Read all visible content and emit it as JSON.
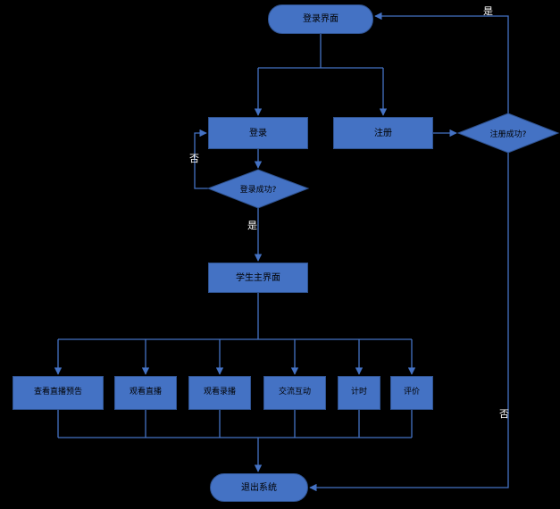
{
  "colors": {
    "background": "#000000",
    "node_fill": "#4472C4",
    "node_border": "#2F528F",
    "edge_line": "#4472C4",
    "node_text": "#000000",
    "edge_label_text": "#FFFFFF"
  },
  "nodes": {
    "login_page": {
      "label": "登录界面",
      "type": "terminator"
    },
    "login": {
      "label": "登录",
      "type": "process"
    },
    "register": {
      "label": "注册",
      "type": "process"
    },
    "register_success": {
      "label": "注册成功?",
      "type": "decision"
    },
    "login_success": {
      "label": "登录成功?",
      "type": "decision"
    },
    "student_main": {
      "label": "学生主界面",
      "type": "process"
    },
    "view_live_preview": {
      "label": "查看直播预告",
      "type": "process"
    },
    "watch_live": {
      "label": "观看直播",
      "type": "process"
    },
    "watch_replay": {
      "label": "观看录播",
      "type": "process"
    },
    "interaction": {
      "label": "交流互动",
      "type": "process"
    },
    "timing": {
      "label": "计时",
      "type": "process"
    },
    "evaluate": {
      "label": "评价",
      "type": "process"
    },
    "exit_system": {
      "label": "退出系统",
      "type": "terminator"
    }
  },
  "edge_labels": {
    "register_success_yes": "是",
    "login_success_no": "否",
    "login_success_yes": "是",
    "register_success_no": "否"
  }
}
